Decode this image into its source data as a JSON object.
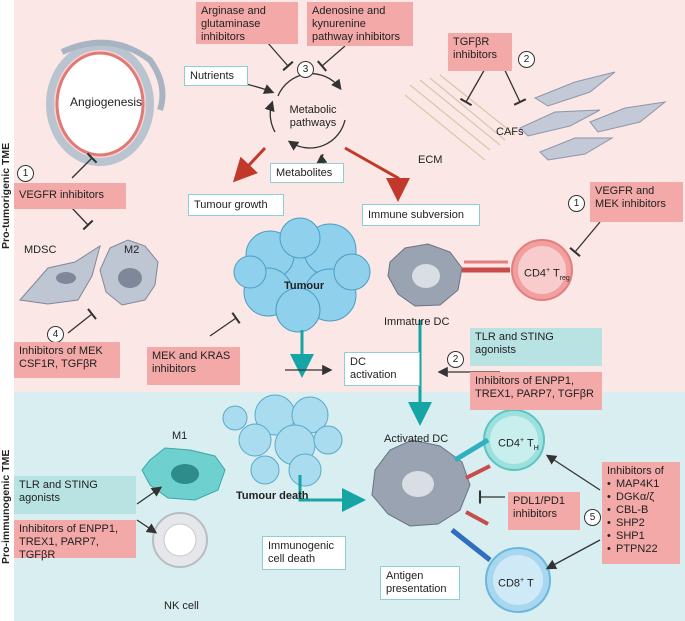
{
  "sides": {
    "pro_tumorigenic": "Pro-tumorigenic TME",
    "pro_immunogenic": "Pro-immunogenic TME"
  },
  "labels": {
    "angiogenesis": "Angiogenesis",
    "nutrients": "Nutrients",
    "metabolic_pathways": "Metabolic pathways",
    "metabolites": "Metabolites",
    "tumour_growth": "Tumour growth",
    "immune_subversion": "Immune subversion",
    "cafs": "CAFs",
    "ecm": "ECM",
    "mdsc": "MDSC",
    "m2": "M2",
    "tumour": "Tumour",
    "immature_dc": "Immature DC",
    "cd4_treg": "CD4",
    "cd4_treg_sup": "+",
    "cd4_treg_t": " T",
    "cd4_treg_sub": "reg",
    "dc_activation": "DC activation",
    "activated_dc": "Activated DC",
    "cd4_th": "CD4",
    "cd4_th_sup": "+",
    "cd4_th_t": " T",
    "cd4_th_sub": "H",
    "m1": "M1",
    "nk_cell": "NK cell",
    "tumour_death": "Tumour death",
    "immunogenic_cell_death": "Immunogenic cell death",
    "antigen_presentation": "Antigen presentation",
    "cd8_t": "CD8",
    "cd8_sup": "+",
    "cd8_t_t": " T"
  },
  "boxes": {
    "arginase": "Arginase and glutaminase inhibitors",
    "adenosine": "Adenosine and kynurenine pathway inhibitors",
    "tgfbr": "TGFβR inhibitors",
    "vegfr": "VEGFR inhibitors",
    "vegfr_mek": "VEGFR and MEK inhibitors",
    "mek_csf1r": "Inhibitors of MEK CSF1R, TGFβR",
    "mek_kras": "MEK and KRAS inhibitors",
    "tlr_sting_right": "TLR and STING agonists",
    "enpp1_right": "Inhibitors of ENPP1, TREX1, PARP7, TGFβR",
    "tlr_sting_left": "TLR and STING agonists",
    "enpp1_left": "Inhibitors of ENPP1, TREX1, PARP7, TGFβR",
    "pdl1": "PDL1/PD1 inhibitors",
    "inhibitors_of_title": "Inhibitors of",
    "inhibitors_of_items": [
      "MAP4K1",
      "DGKα/ζ",
      "CBL-B",
      "SHP2",
      "SHP1",
      "PTPN22"
    ]
  },
  "numbers": {
    "n1a": "1",
    "n1b": "1",
    "n2a": "2",
    "n2b": "2",
    "n3": "3",
    "n4": "4",
    "n5": "5"
  },
  "colors": {
    "pro_tumorigenic_bg": "#fbe7e5",
    "pro_immunogenic_bg": "#d9eef1",
    "inhibitor_box": "#f2a9a8",
    "agonist_box": "#b9e3e3",
    "red_arrow": "#c0392b",
    "teal_arrow": "#16a5a5"
  }
}
